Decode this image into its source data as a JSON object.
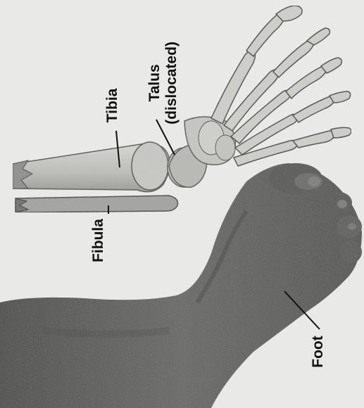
{
  "labels": {
    "tibia": "Tibia",
    "talus_line1": "Talus",
    "talus_line2": "(dislocated)",
    "fibula": "Fibula",
    "foot": "Foot"
  },
  "colors": {
    "background": "#e9e9e7",
    "bone": "#c9c9c6",
    "bone_shadow": "#8c8c8a",
    "skin": "#5e5e5c",
    "skin_dark": "#3d3d3c",
    "leader": "#111111"
  }
}
